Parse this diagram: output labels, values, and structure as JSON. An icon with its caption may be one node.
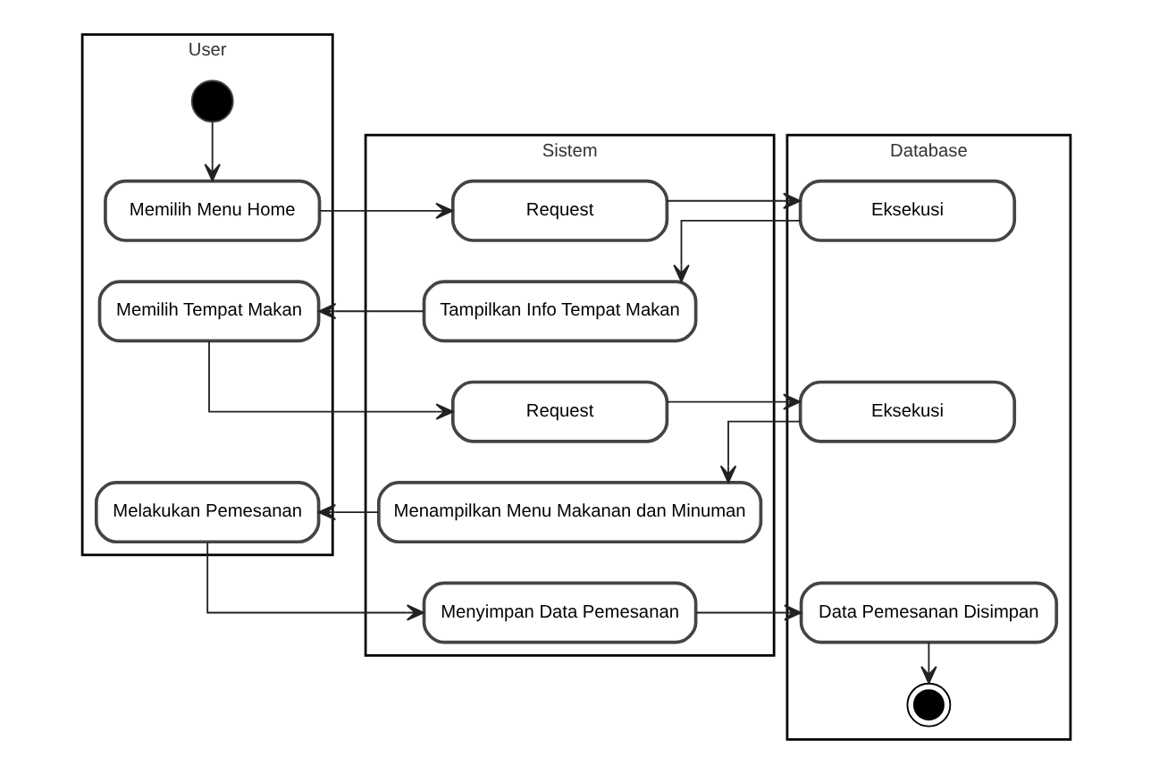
{
  "diagram": {
    "nodes": [
      {
        "text": [
          "User"
        ]
      },
      {
        "text": [
          "Sistem"
        ]
      },
      {
        "text": [
          "Database"
        ]
      },
      {
        "text": [],
        "shape": "circle",
        "in": 0
      },
      {
        "text": [
          "Memilih Menu Home"
        ],
        "in": 0
      },
      {
        "text": [
          "Request"
        ],
        "in": 1
      },
      {
        "text": [
          "Eksekusi"
        ],
        "in": 2
      },
      {
        "text": [
          "Memilih Tempat Makan"
        ],
        "in": 0
      },
      {
        "text": [
          "Tampilkan Info Tempat Makan"
        ],
        "in": 1
      },
      {
        "text": [
          "Request"
        ],
        "in": 1
      },
      {
        "text": [
          "Eksekusi"
        ],
        "in": 2
      },
      {
        "text": [
          "Melakukan Pemesanan"
        ],
        "in": 0
      },
      {
        "text": [
          "Menampilkan Menu Makanan dan Minuman"
        ],
        "in": 1
      },
      {
        "text": [
          "Menyimpan Data Pemesanan"
        ],
        "in": 1
      },
      {
        "text": [
          "Data Pemesanan Disimpan"
        ],
        "in": 2
      },
      {
        "text": [],
        "shape": "bullseye",
        "in": 2
      }
    ],
    "edges": [
      {
        "from": 3,
        "to": 4,
        "arrow": "to"
      },
      {
        "from": 4,
        "to": 5,
        "arrow": "to"
      },
      {
        "from": 5,
        "to": 6,
        "arrow": "to"
      },
      {
        "from": 6,
        "to": 8,
        "arrow": "to"
      },
      {
        "from": 8,
        "to": 7,
        "arrow": "to"
      },
      {
        "from": 7,
        "to": 9,
        "arrow": "to"
      },
      {
        "from": 9,
        "to": 10,
        "arrow": "to"
      },
      {
        "from": 10,
        "to": 12,
        "arrow": "to"
      },
      {
        "from": 12,
        "to": 11,
        "arrow": "to"
      },
      {
        "from": 11,
        "to": 13,
        "arrow": "to"
      },
      {
        "from": 13,
        "to": 14,
        "arrow": "to"
      },
      {
        "from": 14,
        "to": 15,
        "arrow": "to"
      }
    ]
  }
}
